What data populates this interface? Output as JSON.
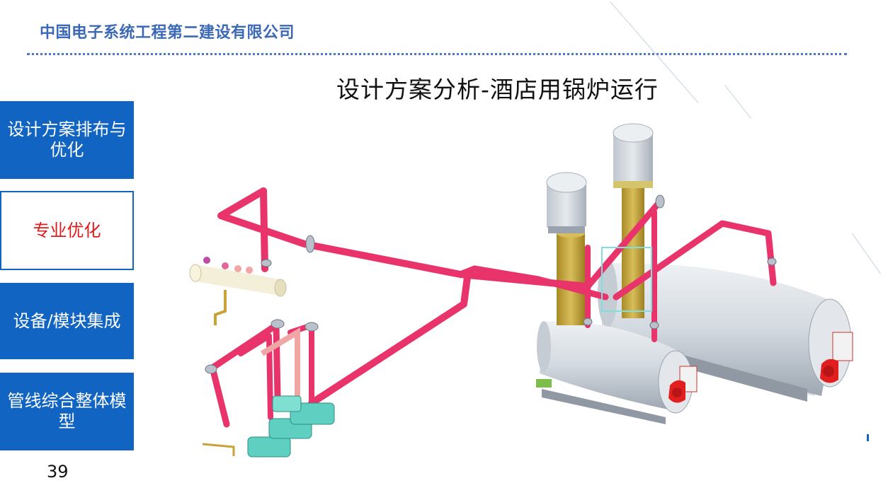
{
  "header": {
    "company": "中国电子系统工程第二建设有限公司",
    "title": "设计方案分析-酒店用锅炉运行"
  },
  "nav": {
    "tab1": "设计方案排布与优化",
    "tab2": "专业优化",
    "tab3": "设备/模块集成",
    "tab4": "管线综合整体模型"
  },
  "footer": {
    "page_number": "39"
  },
  "colors": {
    "brand_blue": "#1264c2",
    "active_text": "#e01b1b",
    "pipe": "#e8336b",
    "boiler": "#cfd5dc",
    "chimney": "#c5a83d",
    "pump": "#5fcfc2",
    "burner": "#e11f1f"
  }
}
